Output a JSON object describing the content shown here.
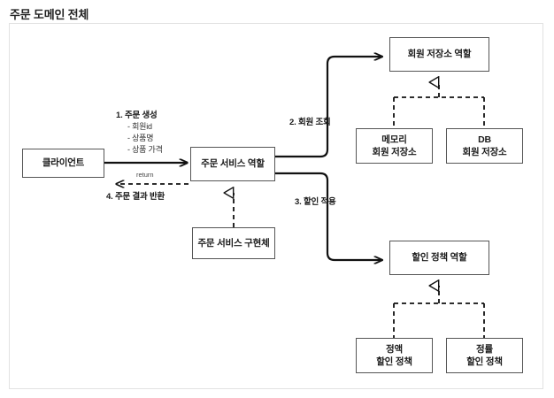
{
  "page": {
    "title": "주문 도메인 전체"
  },
  "diagram": {
    "type": "uml-component-diagram",
    "nodes": [
      {
        "id": "client",
        "label": "클라이언트",
        "line2": ""
      },
      {
        "id": "order-service-role",
        "label": "주문 서비스 역할",
        "line2": ""
      },
      {
        "id": "order-service-impl",
        "label": "주문 서비스 구현체",
        "line2": ""
      },
      {
        "id": "member-repo-role",
        "label": "회원 저장소 역할",
        "line2": ""
      },
      {
        "id": "memory-member-repo",
        "label": "메모리",
        "line2": "회원 저장소"
      },
      {
        "id": "db-member-repo",
        "label": "DB",
        "line2": "회원 저장소"
      },
      {
        "id": "discount-policy-role",
        "label": "할인 정책 역할",
        "line2": ""
      },
      {
        "id": "fix-discount-policy",
        "label": "정액",
        "line2": "할인 정책"
      },
      {
        "id": "rate-discount-policy",
        "label": "정률",
        "line2": "할인 정책"
      }
    ],
    "flow_labels": {
      "step1": "1. 주문 생성",
      "step1_param1": "- 회원id",
      "step1_param2": "- 상품명",
      "step1_param3": "- 상품 가격",
      "step2": "2. 회원 조회",
      "step3": "3. 할인 적용",
      "step4": "4. 주문 결과 반환",
      "return": "return"
    },
    "colors": {
      "node_border": "#555555",
      "frame_border": "#e2e2e2",
      "arrow": "#111111",
      "text": "#1a1a1a"
    }
  }
}
